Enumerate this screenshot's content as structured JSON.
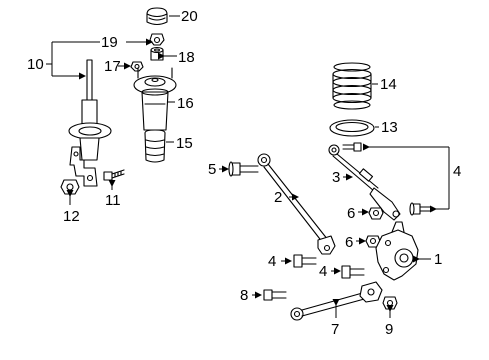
{
  "diagram": {
    "callouts": {
      "c1": "1",
      "c2": "2",
      "c3": "3",
      "c4a": "4",
      "c4b": "4",
      "c4c": "4",
      "c5": "5",
      "c6a": "6",
      "c6b": "6",
      "c7": "7",
      "c8": "8",
      "c9": "9",
      "c10": "10",
      "c11": "11",
      "c12": "12",
      "c13": "13",
      "c14": "14",
      "c15": "15",
      "c16": "16",
      "c17": "17",
      "c18": "18",
      "c19": "19",
      "c20": "20"
    }
  }
}
